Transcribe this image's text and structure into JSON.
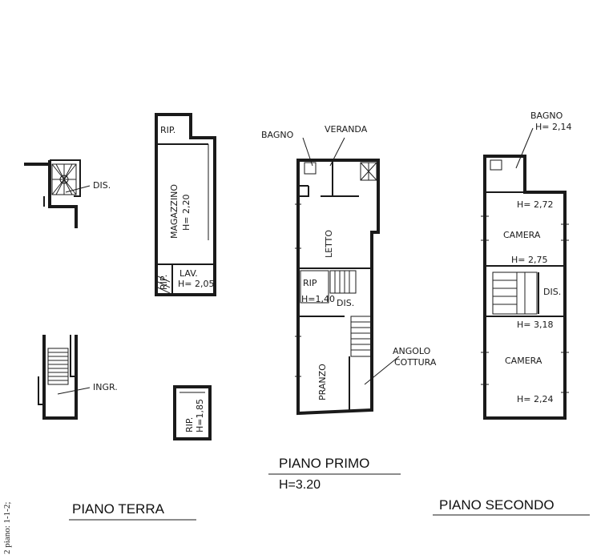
{
  "floors": {
    "terra": {
      "title": "PIANO TERRA",
      "rooms": {
        "dis": "DIS.",
        "rip_top": "RIP.",
        "magazzino": "MAGAZZINO",
        "magazzino_h": "H= 2,20",
        "lav": "LAV.",
        "lav_h": "H= 2,05",
        "rip_side": "RIP.",
        "ingr": "INGR.",
        "rip_box": "RIP.",
        "rip_box_h": "H=1,85"
      }
    },
    "primo": {
      "title": "PIANO PRIMO",
      "height": "H=3.20",
      "rooms": {
        "bagno": "BAGNO",
        "veranda": "VERANDA",
        "letto": "LETTO",
        "rip": "RIP",
        "rip_h": "H=1,40",
        "dis": "DIS.",
        "pranzo": "PRANZO",
        "angolo": "ANGOLO",
        "cottura": "COTTURA"
      }
    },
    "secondo": {
      "title": "PIANO SECONDO",
      "rooms": {
        "bagno": "BAGNO",
        "bagno_h": "H= 2,14",
        "camera_top": "CAMERA",
        "camera_top_h": "H= 2,72",
        "camera_top_h2": "H= 2,75",
        "dis": "DIS.",
        "camera_bottom": "CAMERA",
        "camera_bottom_h": "H= 3,18",
        "camera_bottom_h2": "H= 2,24"
      }
    }
  },
  "margin_note": "2 piano: 1-1-2;"
}
